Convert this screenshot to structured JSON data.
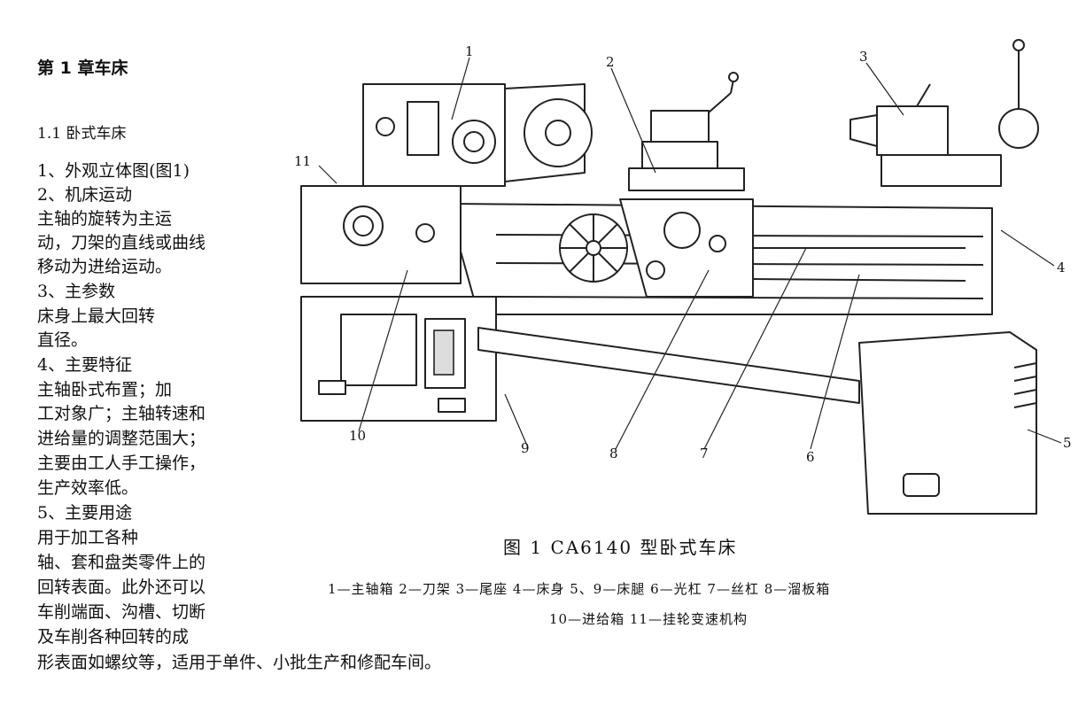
{
  "doc": {
    "chapter_title": "第 1 章车床",
    "section_title": "1.1 卧式车床",
    "text_lines": [
      "1、外观立体图(图1)",
      "2、机床运动",
      "    主轴的旋转为主运",
      "动，刀架的直线或曲线",
      "移动为进给运动。",
      "3、主参数",
      "     床身上最大回转",
      "直径。",
      "4、主要特征",
      "     主轴卧式布置；加",
      "工对象广；主轴转速和",
      "进给量的调整范围大；",
      "主要由工人手工操作，",
      "生产效率低。",
      "5、主要用途",
      "          用于加工各种",
      "轴、套和盘类零件上的",
      "回转表面。此外还可以",
      "车削端面、沟槽、切断",
      "及车削各种回转的成",
      "形表面如螺纹等，适用于单件、小批生产和修配车间。"
    ]
  },
  "figure": {
    "caption": "图 1   CA6140 型卧式车床",
    "legend_line1": "1—主轴箱   2—刀架   3—尾座   4—床身   5、9—床腿   6—光杠   7—丝杠   8—溜板箱",
    "legend_line2": "10—进给箱   11—挂轮变速机构",
    "labels": [
      "1",
      "2",
      "3",
      "4",
      "5",
      "6",
      "7",
      "8",
      "9",
      "10",
      "11"
    ]
  }
}
